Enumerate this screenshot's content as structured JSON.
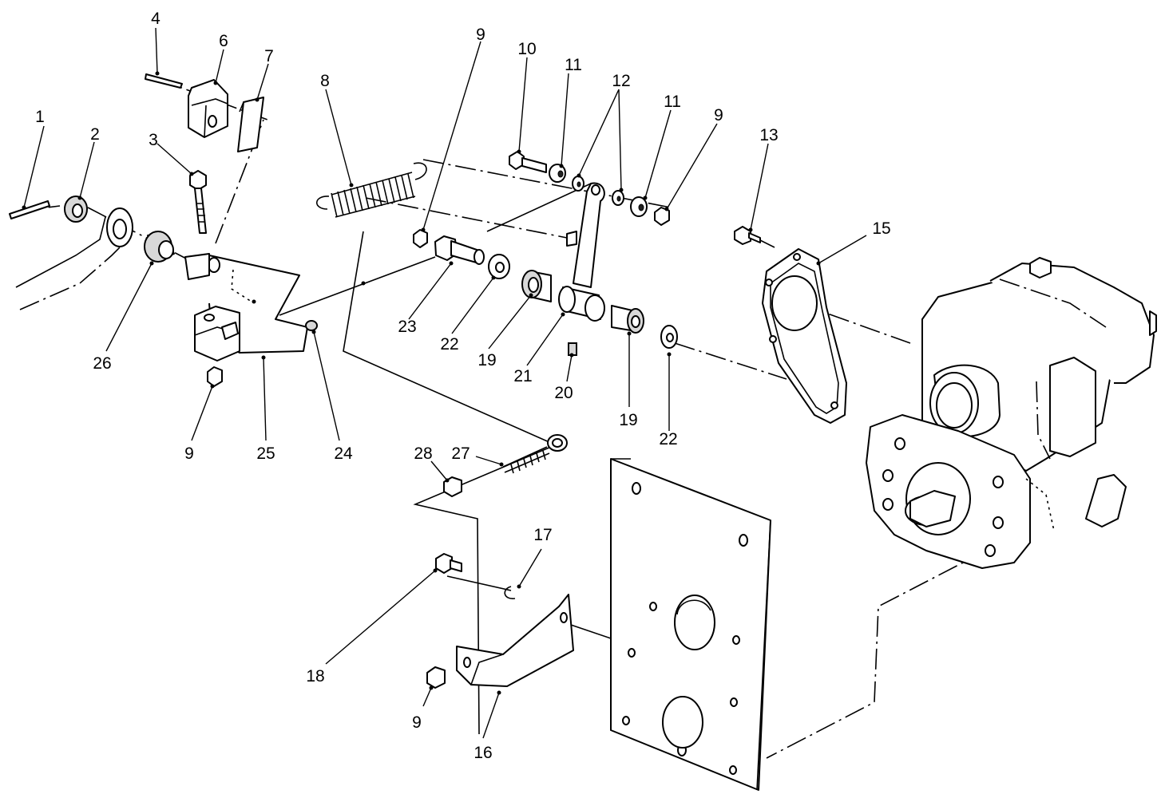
{
  "callouts": [
    {
      "id": "c1",
      "label": "1"
    },
    {
      "id": "c2",
      "label": "2"
    },
    {
      "id": "c3",
      "label": "3"
    },
    {
      "id": "c4",
      "label": "4"
    },
    {
      "id": "c6",
      "label": "6"
    },
    {
      "id": "c7",
      "label": "7"
    },
    {
      "id": "c8",
      "label": "8"
    },
    {
      "id": "c9a",
      "label": "9"
    },
    {
      "id": "c10",
      "label": "10"
    },
    {
      "id": "c11a",
      "label": "11"
    },
    {
      "id": "c12",
      "label": "12"
    },
    {
      "id": "c11b",
      "label": "11"
    },
    {
      "id": "c9b",
      "label": "9"
    },
    {
      "id": "c13",
      "label": "13"
    },
    {
      "id": "c15",
      "label": "15"
    },
    {
      "id": "c26",
      "label": "26"
    },
    {
      "id": "c23",
      "label": "23"
    },
    {
      "id": "c22a",
      "label": "22"
    },
    {
      "id": "c19a",
      "label": "19"
    },
    {
      "id": "c21",
      "label": "21"
    },
    {
      "id": "c20",
      "label": "20"
    },
    {
      "id": "c19b",
      "label": "19"
    },
    {
      "id": "c22b",
      "label": "22"
    },
    {
      "id": "c9c",
      "label": "9"
    },
    {
      "id": "c25",
      "label": "25"
    },
    {
      "id": "c24",
      "label": "24"
    },
    {
      "id": "c28",
      "label": "28"
    },
    {
      "id": "c27",
      "label": "27"
    },
    {
      "id": "c17",
      "label": "17"
    },
    {
      "id": "c18",
      "label": "18"
    },
    {
      "id": "c9d",
      "label": "9"
    },
    {
      "id": "c16",
      "label": "16"
    }
  ]
}
